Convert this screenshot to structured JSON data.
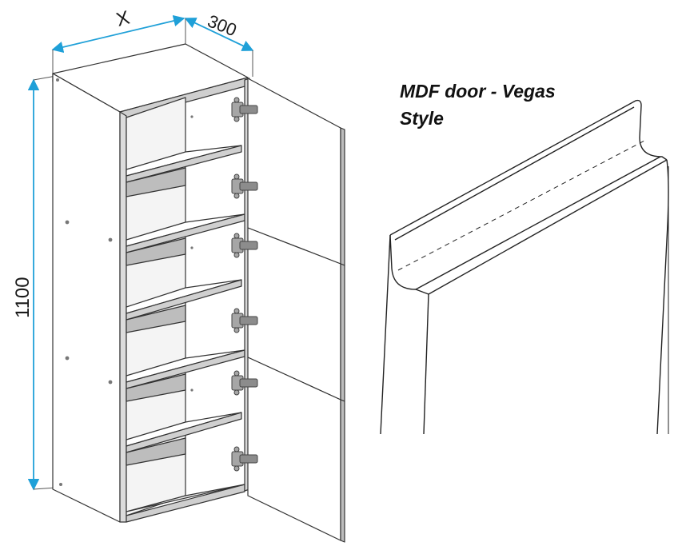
{
  "dimensions": {
    "width_label": "X",
    "depth_label": "300",
    "height_label": "1100"
  },
  "caption": {
    "line1": "MDF door - Vegas",
    "line2": "Style"
  },
  "colors": {
    "dimension_arrow": "#1fa0d8",
    "panel_fill": "#ffffff",
    "panel_shade": "#dcdcdc",
    "panel_dark": "#bfbfbf",
    "hinge": "#9a9a9a",
    "outline": "#333333"
  }
}
